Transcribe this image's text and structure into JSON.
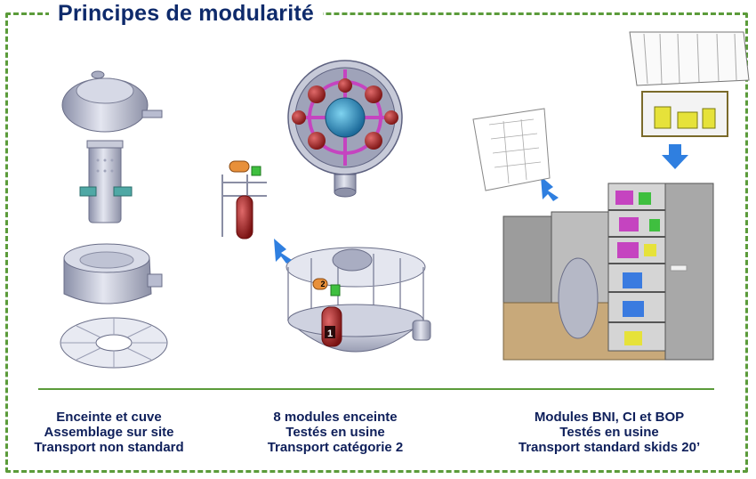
{
  "title": "Principes de modularité",
  "captions": {
    "col1": [
      "Enceinte et cuve",
      "Assemblage sur site",
      "Transport non standard"
    ],
    "col2": [
      "8 modules enceinte",
      "Testés en usine",
      "Transport catégorie 2"
    ],
    "col3": [
      "Modules BNI, CI et BOP",
      "Testés en usine",
      "Transport standard skids 20’"
    ]
  },
  "labels": {
    "module_1": "1",
    "module_2": "2"
  },
  "colors": {
    "title": "#0e2a6b",
    "frame": "#5b9b3a",
    "arrow": "#2f7fe0"
  }
}
